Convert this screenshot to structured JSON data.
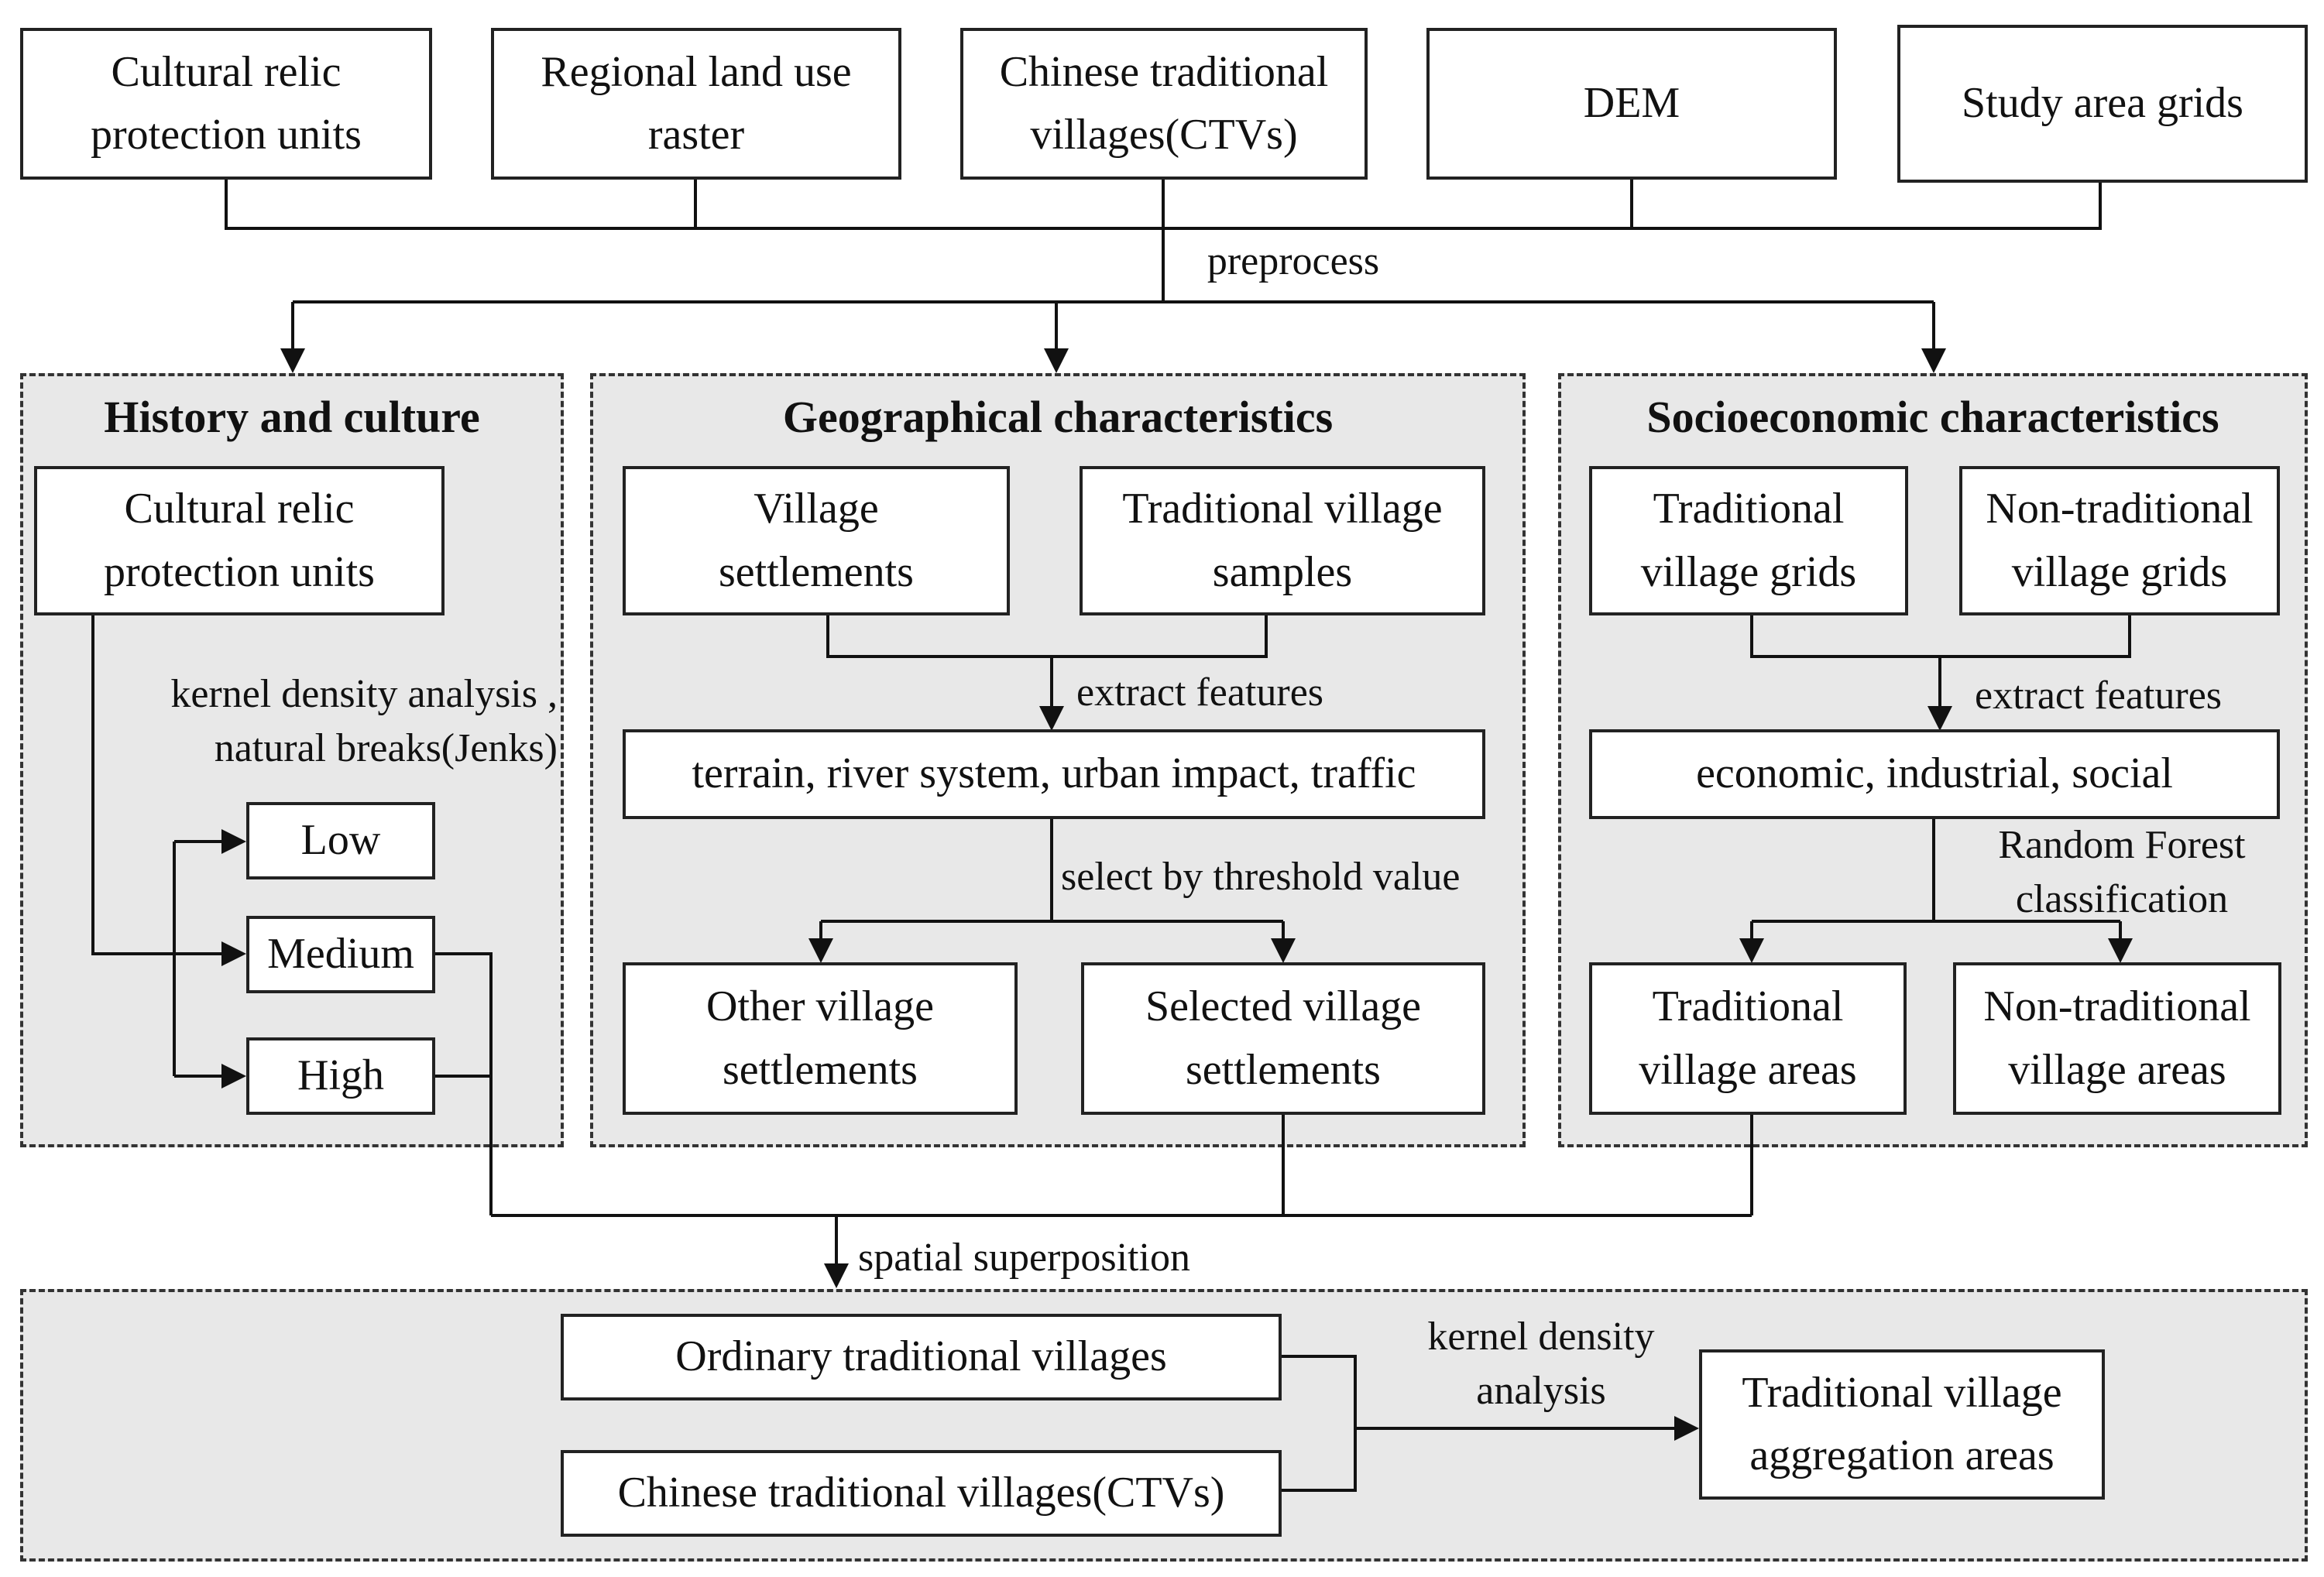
{
  "inputs": {
    "cultural_relic": "Cultural relic\nprotection units",
    "land_use": "Regional land use\nraster",
    "ctvs": "Chinese traditional\nvillages(CTVs)",
    "dem": "DEM",
    "grids": "Study area grids"
  },
  "labels": {
    "preprocess": "preprocess",
    "kernel_jenks": "kernel density analysis ,\nnatural breaks(Jenks)",
    "extract_geo": "extract features",
    "threshold": "select by threshold value",
    "extract_socio": "extract features",
    "random_forest": "Random Forest\nclassification",
    "spatial": "spatial superposition",
    "kernel_final": "kernel density\nanalysis"
  },
  "history": {
    "title": "History and culture",
    "relic": "Cultural relic\nprotection units",
    "low": "Low",
    "medium": "Medium",
    "high": "High"
  },
  "geo": {
    "title": "Geographical characteristics",
    "village_settlements": "Village\nsettlements",
    "tv_samples": "Traditional village\nsamples",
    "features": "terrain, river system, urban impact, traffic",
    "other": "Other village\nsettlements",
    "selected": "Selected village\nsettlements"
  },
  "socio": {
    "title": "Socioeconomic characteristics",
    "tv_grids": "Traditional\nvillage grids",
    "ntv_grids": "Non-traditional\nvillage grids",
    "features": "economic, industrial, social",
    "tv_areas": "Traditional\nvillage areas",
    "ntv_areas": "Non-traditional\nvillage areas"
  },
  "final": {
    "ordinary": "Ordinary traditional villages",
    "ctvs": "Chinese traditional villages(CTVs)",
    "aggregation": "Traditional village\naggregation areas"
  }
}
